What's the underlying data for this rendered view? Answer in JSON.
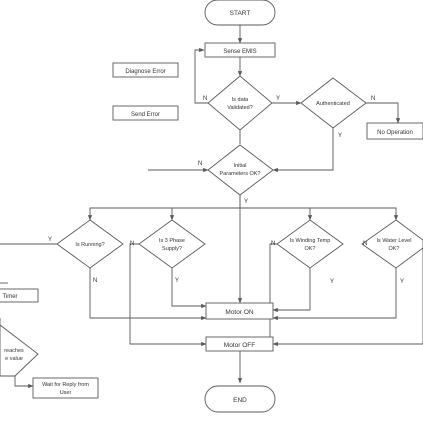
{
  "flowchart": {
    "terminals": {
      "start": "START",
      "end": "END"
    },
    "processes": {
      "sense_emis": "Sense EMIS",
      "diagnose_error": "Diagnose Error",
      "send_error": "Send Error",
      "no_operation": "No Operation",
      "timer": "Timer",
      "motor_on": "Motor ON",
      "motor_off": "Motor OFF",
      "wait_for_reply": [
        "Wait for Reply from",
        "User"
      ]
    },
    "decisions": {
      "is_data_validated": [
        "Is data",
        "Validated?"
      ],
      "authenticated": [
        "Authenticated"
      ],
      "initial_parameters_ok": [
        "Initial",
        "Parameters OK?"
      ],
      "is_running": [
        "Is Running?"
      ],
      "is_phase_supply": [
        "Is 3 Phase",
        "Supply?"
      ],
      "is_winding_temp_ok": [
        "Is Winding Temp",
        "OK?"
      ],
      "is_water_level_ok": [
        "Is Water Level",
        "OK?"
      ],
      "reaches_value": [
        "reaches",
        "e value"
      ]
    },
    "edge_labels": {
      "yes": "Y",
      "no": "N"
    }
  },
  "colors": {
    "stroke": "#5a5a5a",
    "fill": "#ffffff",
    "text": "#333333"
  }
}
